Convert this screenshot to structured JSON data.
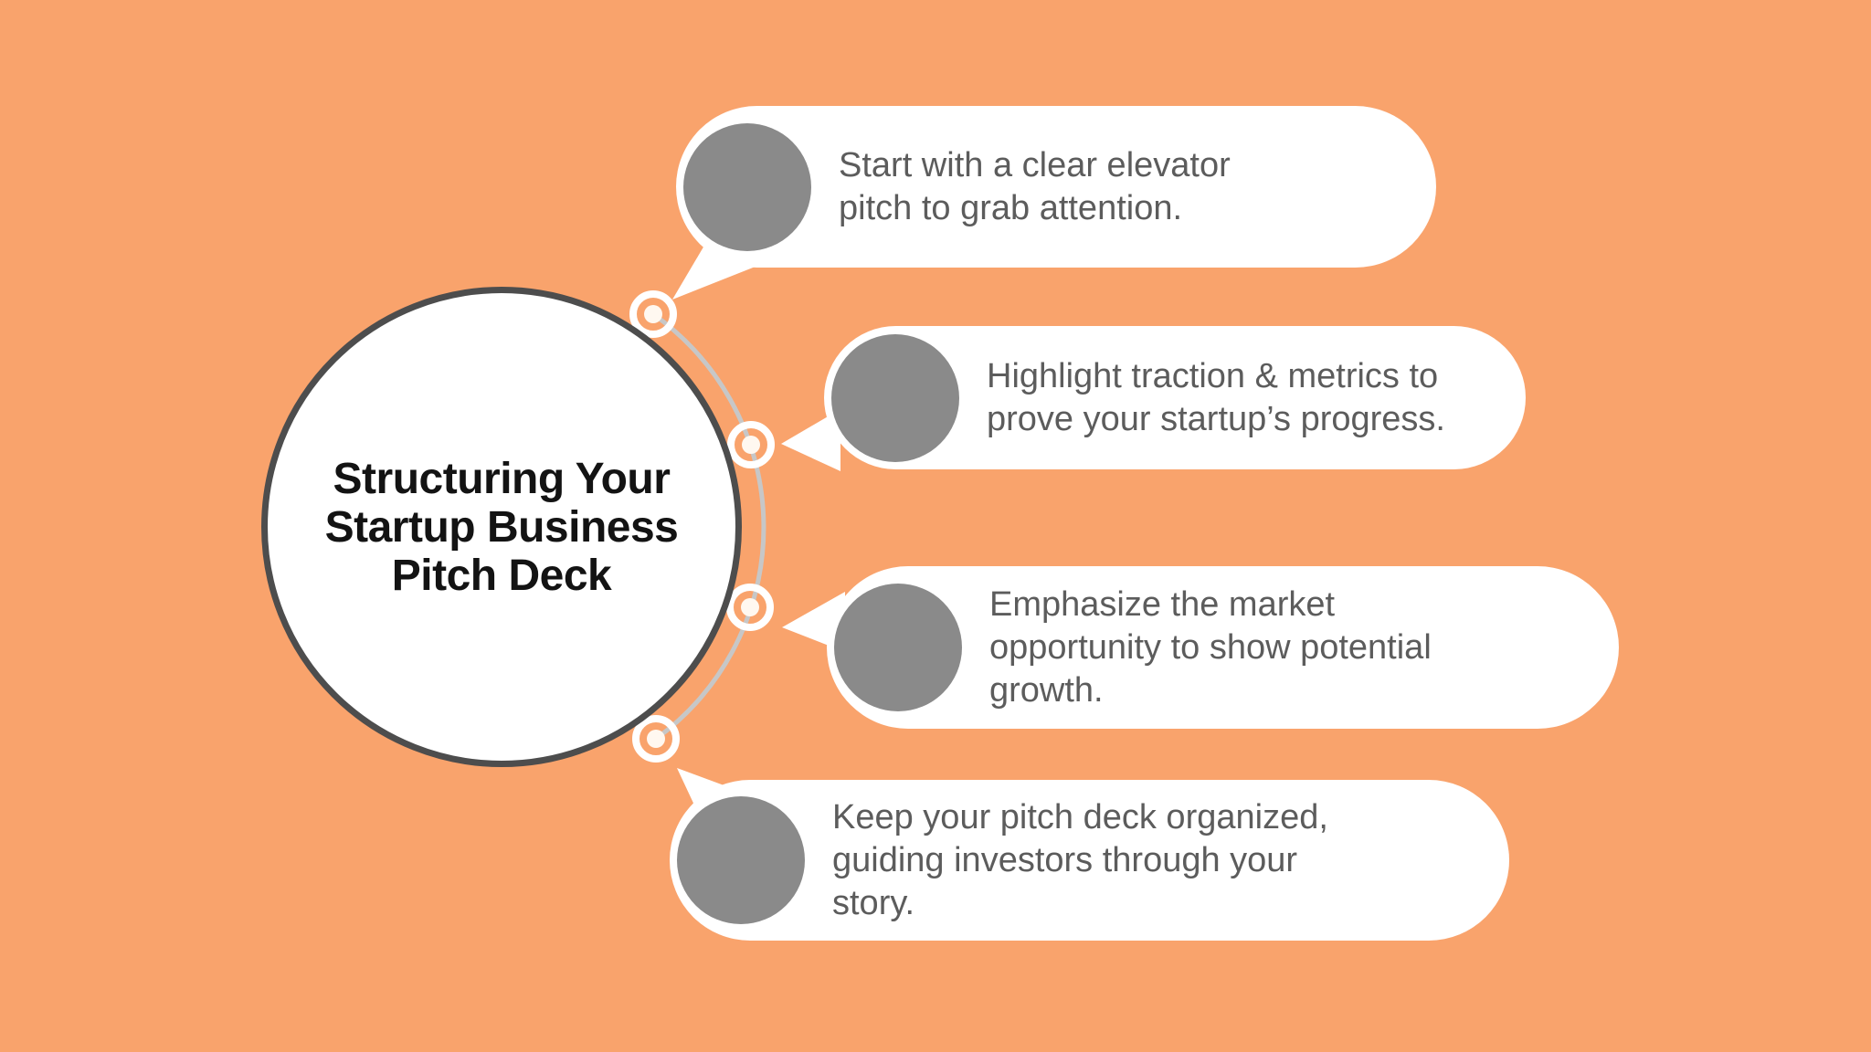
{
  "title": "Structuring Your\nStartup Business\nPitch Deck",
  "items": [
    {
      "text": "Start with a clear elevator\npitch to grab attention."
    },
    {
      "text": "Highlight traction & metrics to\nprove your startup’s progress."
    },
    {
      "text": "Emphasize the market\nopportunity to show potential\ngrowth."
    },
    {
      "text": "Keep your pitch deck organized,\nguiding investors through your\nstory."
    }
  ],
  "icons": {
    "avatar": "filled-gray-circle",
    "timeline_node": "bullseye-ring"
  },
  "colors": {
    "background": "#F9A36C",
    "bubble_fill": "#FFFFFF",
    "avatar_gray": "#8A8A8A",
    "body_text": "#5C5C5C",
    "title_text": "#131313",
    "circle_border": "#4D4D4D",
    "connector_line": "#C7C7C7",
    "node_center": "#FFF8F0"
  }
}
